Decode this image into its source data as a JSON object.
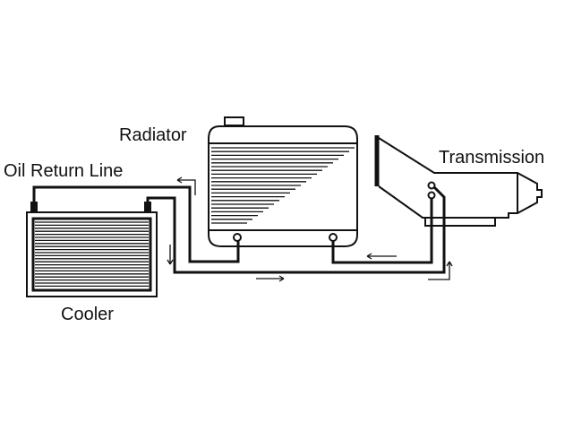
{
  "labels": {
    "radiator": "Radiator",
    "oil_return_line": "Oil Return Line",
    "transmission": "Transmission",
    "cooler": "Cooler"
  },
  "colors": {
    "ink": "#111111",
    "background": "#ffffff"
  }
}
